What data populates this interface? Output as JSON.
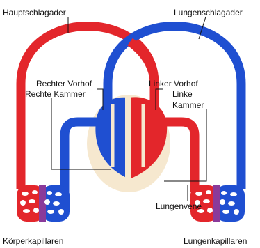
{
  "diagram": {
    "labels": {
      "aorta": "Hauptschlagader",
      "pulmonary_artery": "Lungenschlagader",
      "right_atrium": "Rechter Vorhof",
      "right_ventricle": "Rechte Kammer",
      "left_atrium": "Linker Vorhof",
      "left_ventricle_line1": "Linke",
      "left_ventricle_line2": "Kammer",
      "pulmonary_vein": "Lungenvene",
      "body_capillaries": "Körperkapillaren",
      "lung_capillaries": "Lungenkapillaren"
    },
    "colors": {
      "oxygenated": "#e3262b",
      "deoxygenated": "#1f4fd1",
      "pericardium": "#f6e8cf",
      "leader_line": "#111111"
    }
  }
}
